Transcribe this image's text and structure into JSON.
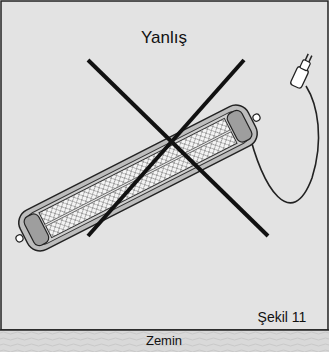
{
  "diagram": {
    "labels": [
      "Yanlış",
      "Şekil 11",
      "Zemin"
    ]
  }
}
